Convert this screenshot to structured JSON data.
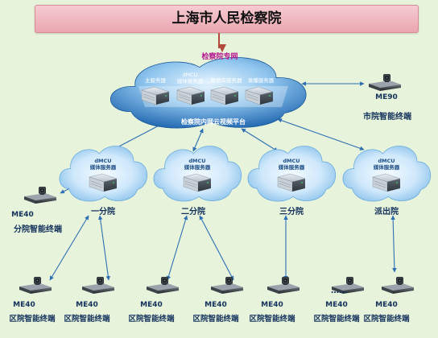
{
  "title": "上海市人民检察院",
  "top_cloud": {
    "header": "检察院专网",
    "platform_label": "检察院内网云视频平台",
    "servers": [
      "主服务器",
      "dMCU\n媒体服务器",
      "数据库服务器",
      "录播服务器"
    ]
  },
  "me90": {
    "model": "ME90",
    "label": "市院智能终端"
  },
  "branch_dmcu": "dMCU\n媒体服务器",
  "branches": [
    "一分院",
    "二分院",
    "三分院",
    "派出院"
  ],
  "me40_branch": {
    "model": "ME40",
    "label": "分院智能终端"
  },
  "district_terminals": [
    {
      "model": "ME40",
      "label": "区院智能终端"
    },
    {
      "model": "ME40",
      "label": "区院智能终端"
    },
    {
      "model": "ME40",
      "label": "区院智能终端"
    },
    {
      "model": "ME40",
      "label": "区院智能终端"
    },
    {
      "model": "ME40",
      "label": "区院智能终端"
    },
    {
      "model": "ME40",
      "label": "区院智能终端"
    },
    {
      "model": "ME40",
      "label": "区院智能终端"
    }
  ],
  "ellipsis": "……",
  "colors": {
    "background": "#e7f3da",
    "cloud_dark": "#1f6fb5",
    "cloud_light": "#dbeefc",
    "link_line": "#2c6fb4",
    "arrow_top": "#b24a3c",
    "navy_text": "#13315c"
  }
}
